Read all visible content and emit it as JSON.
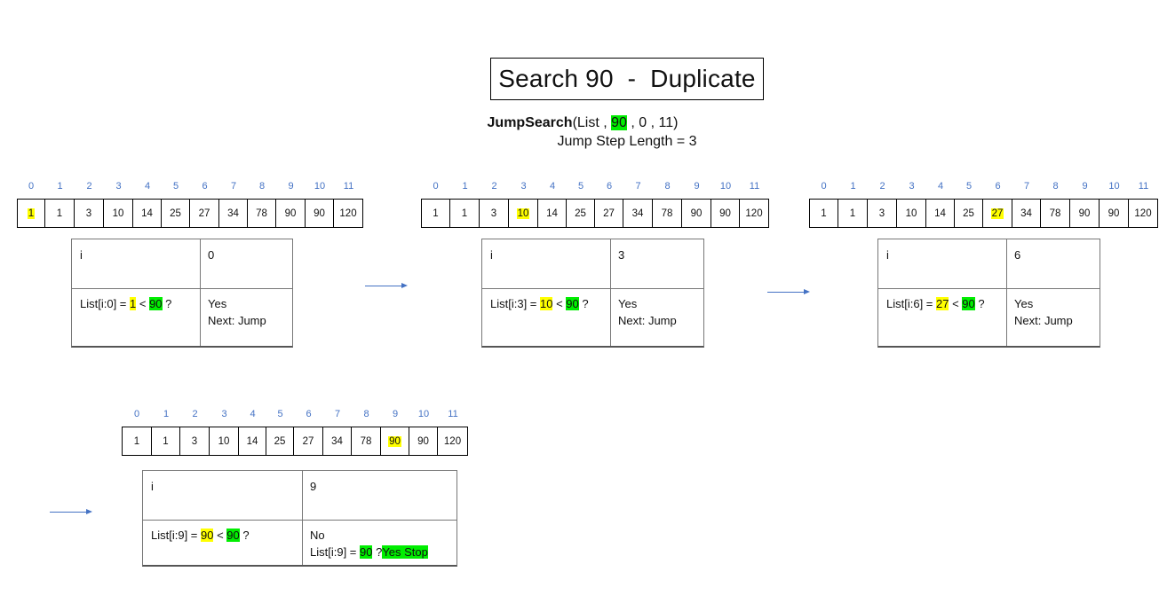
{
  "title": "Search 90  -  Duplicate",
  "call": {
    "fn": "JumpSearch",
    "open": "(List , ",
    "target": "90",
    "rest": " , 0 , 11)"
  },
  "step_length": "Jump Step Length  = 3",
  "indices": [
    "0",
    "1",
    "2",
    "3",
    "4",
    "5",
    "6",
    "7",
    "8",
    "9",
    "10",
    "11"
  ],
  "array": [
    "1",
    "1",
    "3",
    "10",
    "14",
    "25",
    "27",
    "34",
    "78",
    "90",
    "90",
    "120"
  ],
  "steps": [
    {
      "highlight_index": 0,
      "i_label": "i",
      "i_value": "0",
      "cond_prefix": "List[i:0] = ",
      "cond_val": "1",
      "cond_op": " < ",
      "cond_target": "90",
      "cond_q": " ?",
      "res_1": "Yes",
      "res_2": "Next: Jump"
    },
    {
      "highlight_index": 3,
      "i_label": "i",
      "i_value": "3",
      "cond_prefix": "List[i:3] = ",
      "cond_val": "10",
      "cond_op": " < ",
      "cond_target": "90",
      "cond_q": " ?",
      "res_1": "Yes",
      "res_2": "Next: Jump"
    },
    {
      "highlight_index": 6,
      "i_label": "i",
      "i_value": "6",
      "cond_prefix": "List[i:6] = ",
      "cond_val": "27",
      "cond_op": " < ",
      "cond_target": "90",
      "cond_q": " ?",
      "res_1": "Yes",
      "res_2": "Next: Jump"
    },
    {
      "highlight_index": 9,
      "i_label": "i",
      "i_value": "9",
      "cond_prefix": "List[i:9] = ",
      "cond_val": "90",
      "cond_op": " < ",
      "cond_target": "90",
      "cond_q": " ?",
      "res_1": "No",
      "res_2_prefix": "List[i:9] = ",
      "res_2_val": "90",
      "res_2_q": " ?",
      "res_2_stop": "Yes Stop"
    }
  ]
}
